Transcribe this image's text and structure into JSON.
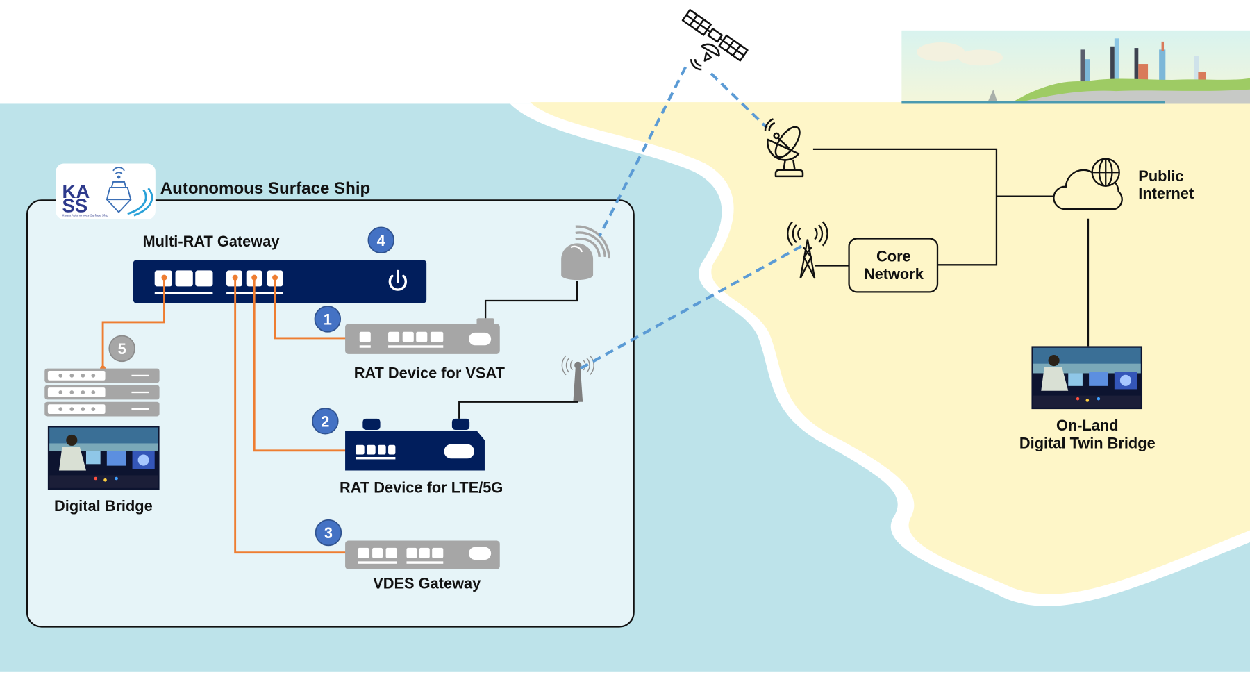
{
  "colors": {
    "sea": "#bde3ea",
    "land": "#fef6c8",
    "shore": "#ffffff",
    "ship_panel": "#e6f4f8",
    "navy": "#011e5c",
    "device_gray": "#a6a6a6",
    "wire_orange": "#ee7d31",
    "radio_link_blue": "#5b9bd5",
    "badge_blue": "#4472c4",
    "badge_gray": "#a6a6a6"
  },
  "logo": {
    "text_top": "KA",
    "text_bottom": "SS",
    "subtitle": "Korea Autonomous Surface Ship"
  },
  "ship": {
    "title": "Autonomous Surface Ship",
    "multi_rat_gateway": {
      "label": "Multi-RAT Gateway",
      "badge": "4"
    },
    "devices": [
      {
        "id": "vsat",
        "label": "RAT Device for VSAT",
        "badge": "1"
      },
      {
        "id": "lte5g",
        "label": "RAT Device for LTE/5G",
        "badge": "2"
      },
      {
        "id": "vdes",
        "label": "VDES Gateway",
        "badge": "3"
      }
    ],
    "server": {
      "badge": "5"
    },
    "digital_bridge": {
      "label": "Digital Bridge"
    }
  },
  "land": {
    "core_network": {
      "line1": "Core",
      "line2": "Network"
    },
    "public_internet": {
      "line1": "Public",
      "line2": "Internet"
    },
    "digital_twin_bridge": {
      "line1": "On-Land",
      "line2": "Digital Twin Bridge"
    }
  },
  "icons": {
    "satellite": "satellite-icon",
    "ground_station": "satellite-dish-icon",
    "cell_tower": "cell-tower-icon",
    "cloud_globe": "cloud-globe-icon",
    "vsat_dome": "vsat-dome-antenna-icon",
    "lte_antenna": "lte-antenna-icon",
    "power": "power-icon"
  }
}
